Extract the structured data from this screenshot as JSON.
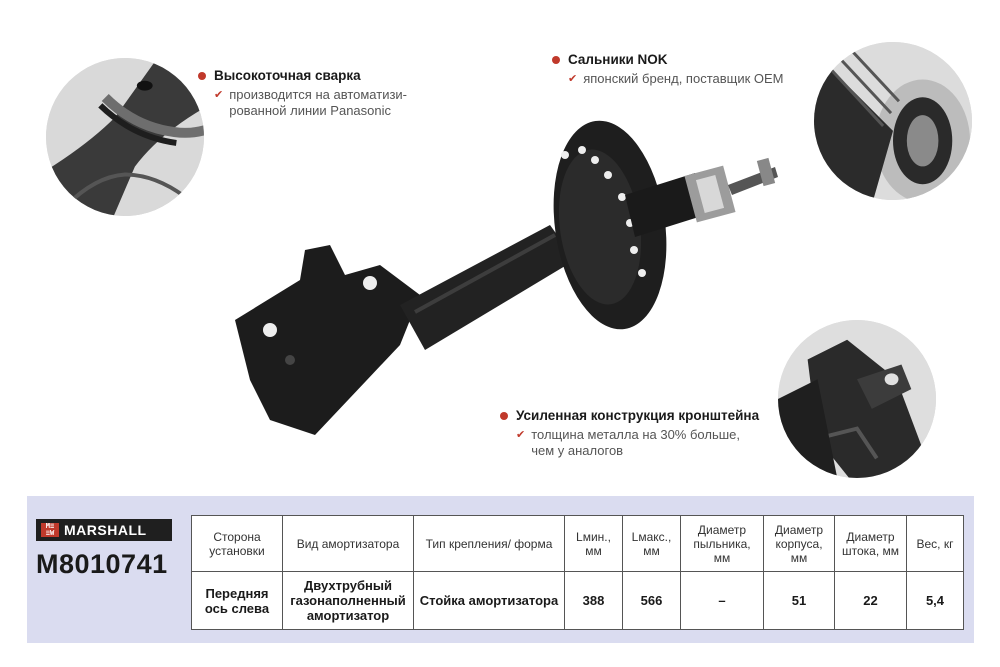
{
  "callouts": {
    "weld": {
      "title": "Высокоточная сварка",
      "lines": [
        "производится на автоматизи-",
        "рованной линии Panasonic"
      ]
    },
    "seal": {
      "title": "Сальники NOK",
      "lines": [
        "японский бренд, поставщик OEM"
      ]
    },
    "bracket": {
      "title": "Усиленная конструкция кронштейна",
      "lines": [
        "толщина металла на 30% больше,",
        "чем у аналогов"
      ]
    }
  },
  "brand": {
    "logo_mark": "M≡ ≡W",
    "name": "MARSHALL",
    "part_number": "M8010741"
  },
  "specs": {
    "headers": [
      "Сторона установки",
      "Вид амортизатора",
      "Тип крепления/ форма",
      "Lмин., мм",
      "Lмакс., мм",
      "Диаметр пыльника, мм",
      "Диаметр корпуса, мм",
      "Диаметр штока, мм",
      "Вес, кг"
    ],
    "values": [
      "Передняя ось слева",
      "Двухтрубный газонаполненный амортизатор",
      "Стойка амортизатора",
      "388",
      "566",
      "–",
      "51",
      "22",
      "5,4"
    ]
  },
  "icons": {
    "bullet": "red-dot-bullet",
    "check": "check-icon"
  },
  "colors": {
    "accent": "#c0392b",
    "band": "#dadcf0",
    "logo_bg": "#1f1f1f"
  }
}
